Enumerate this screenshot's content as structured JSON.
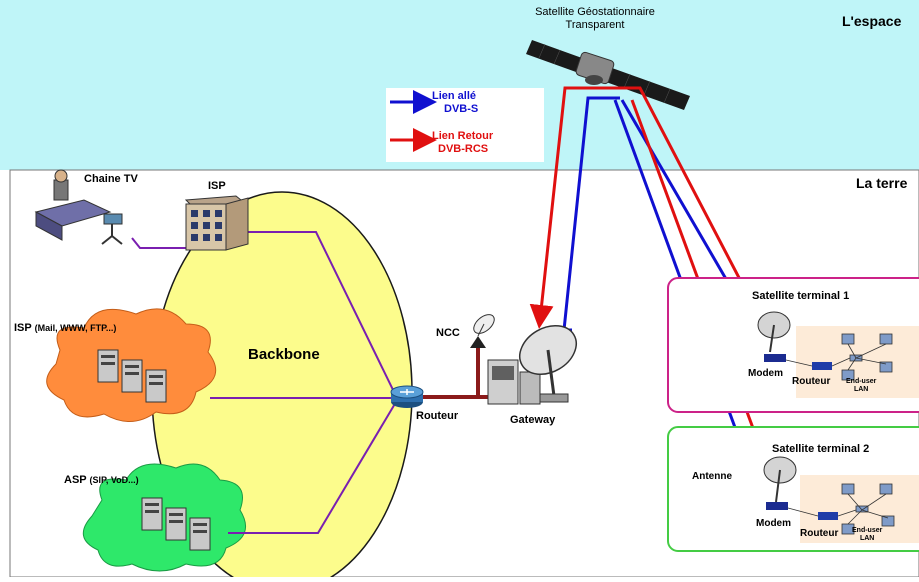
{
  "regions": {
    "space": "L'espace",
    "earth": "La terre"
  },
  "satellite": {
    "line1": "Satellite Géostationnaire",
    "line2": "Transparent"
  },
  "legend": {
    "forward_line1": "Lien allé",
    "forward_line2": "DVB-S",
    "return_line1": "Lien Retour",
    "return_line2": "DVB-RCS",
    "forward_color": "#1010d0",
    "return_color": "#e01010"
  },
  "nodes": {
    "chaine_tv": "Chaine TV",
    "isp_top": "ISP",
    "isp_cloud_main": "ISP",
    "isp_cloud_sub": "(Mail, WWW, FTP...)",
    "asp_cloud_main": "ASP",
    "asp_cloud_sub": "(SIP, VoD...)",
    "backbone": "Backbone",
    "routeur": "Routeur",
    "ncc": "NCC",
    "gateway": "Gateway"
  },
  "terminal1": {
    "title": "Satellite terminal  1",
    "modem": "Modem",
    "routeur": "Routeur",
    "enduser": "End-user",
    "lan": "LAN",
    "border_color": "#cc2288"
  },
  "terminal2": {
    "title": "Satellite terminal 2",
    "antenne": "Antenne",
    "modem": "Modem",
    "routeur": "Routeur",
    "enduser": "End-user",
    "lan": "LAN",
    "border_color": "#44cc44"
  },
  "colors": {
    "space_bg": "#bff5f8",
    "backbone_fill": "#fcfc8c",
    "isp_cloud": "#ff8c3c",
    "asp_cloud": "#2ee86a",
    "link_purple": "#7a1fb0",
    "link_darkred": "#8b1a1a"
  }
}
